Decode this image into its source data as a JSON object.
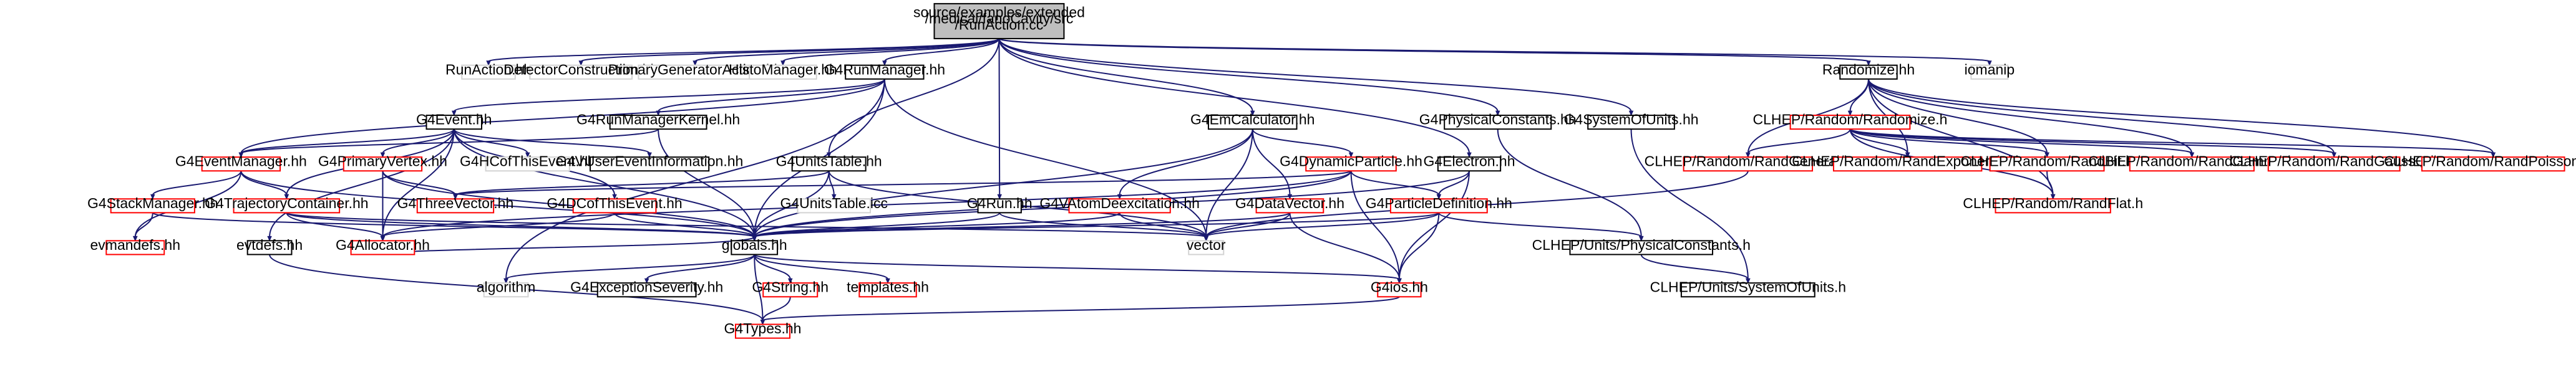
{
  "colors": {
    "edge": "#191970",
    "root_fill": "#bfbfbf",
    "root_stroke": "#000000",
    "doc_stroke": "#000000",
    "missing_stroke": "#ff0000",
    "system_stroke": "#d3d3d3"
  },
  "nodes": [
    {
      "id": "root",
      "lines": [
        "source/examples/extended",
        "/medical/fanoCavity/src",
        "/RunAction.cc"
      ],
      "kind": "root"
    },
    {
      "id": "runaction_hh",
      "lines": [
        "RunAction.hh"
      ],
      "kind": "system"
    },
    {
      "id": "detcons_hh",
      "lines": [
        "DetectorConstruction.hh"
      ],
      "kind": "system"
    },
    {
      "id": "primgen_hh",
      "lines": [
        "PrimaryGeneratorAction.hh"
      ],
      "kind": "system"
    },
    {
      "id": "histo_hh",
      "lines": [
        "HistoManager.hh"
      ],
      "kind": "system"
    },
    {
      "id": "g4runmanager_hh",
      "lines": [
        "G4RunManager.hh"
      ],
      "kind": "doc"
    },
    {
      "id": "g4emcalc_hh",
      "lines": [
        "G4EmCalculator.hh"
      ],
      "kind": "doc"
    },
    {
      "id": "g4physconst_hh",
      "lines": [
        "G4PhysicalConstants.hh"
      ],
      "kind": "doc"
    },
    {
      "id": "g4sysunits_hh",
      "lines": [
        "G4SystemOfUnits.hh"
      ],
      "kind": "doc"
    },
    {
      "id": "randomize_hh",
      "lines": [
        "Randomize.hh"
      ],
      "kind": "doc"
    },
    {
      "id": "iomanip",
      "lines": [
        "iomanip"
      ],
      "kind": "system"
    },
    {
      "id": "g4event_hh",
      "lines": [
        "G4Event.hh"
      ],
      "kind": "doc"
    },
    {
      "id": "g4rmkernel_hh",
      "lines": [
        "G4RunManagerKernel.hh"
      ],
      "kind": "doc"
    },
    {
      "id": "g4eventmanager_hh",
      "lines": [
        "G4EventManager.hh"
      ],
      "kind": "missing"
    },
    {
      "id": "g4primvertex_hh",
      "lines": [
        "G4PrimaryVertex.hh"
      ],
      "kind": "missing"
    },
    {
      "id": "g4hcofthisevent_hh",
      "lines": [
        "G4HCofThisEvent.hh"
      ],
      "kind": "system"
    },
    {
      "id": "g4userevinfo_hh",
      "lines": [
        "G4VUserEventInformation.hh"
      ],
      "kind": "doc"
    },
    {
      "id": "g4unitstable_hh",
      "lines": [
        "G4UnitsTable.hh"
      ],
      "kind": "doc"
    },
    {
      "id": "g4unitstable_icc",
      "lines": [
        "G4UnitsTable.icc"
      ],
      "kind": "system"
    },
    {
      "id": "g4run_hh",
      "lines": [
        "G4Run.hh"
      ],
      "kind": "doc"
    },
    {
      "id": "g4dynparticle_hh",
      "lines": [
        "G4DynamicParticle.hh"
      ],
      "kind": "missing"
    },
    {
      "id": "g4electron_hh",
      "lines": [
        "G4Electron.hh"
      ],
      "kind": "doc"
    },
    {
      "id": "g4vatomdeexc_hh",
      "lines": [
        "G4VAtomDeexcitation.hh"
      ],
      "kind": "missing"
    },
    {
      "id": "g4dataVector_hh",
      "lines": [
        "G4DataVector.hh"
      ],
      "kind": "missing"
    },
    {
      "id": "g4partdef_hh",
      "lines": [
        "G4ParticleDefinition.hh"
      ],
      "kind": "missing"
    },
    {
      "id": "g4stackmanager_hh",
      "lines": [
        "G4StackManager.hh"
      ],
      "kind": "missing"
    },
    {
      "id": "g4trajcontainer_hh",
      "lines": [
        "G4TrajectoryContainer.hh"
      ],
      "kind": "missing"
    },
    {
      "id": "g4threevector_hh",
      "lines": [
        "G4ThreeVector.hh"
      ],
      "kind": "missing"
    },
    {
      "id": "g4dcofthisevent_hh",
      "lines": [
        "G4DCofThisEvent.hh"
      ],
      "kind": "missing"
    },
    {
      "id": "evmandefs_hh",
      "lines": [
        "evmandefs.hh"
      ],
      "kind": "missing"
    },
    {
      "id": "evtdefs_hh",
      "lines": [
        "evtdefs.hh"
      ],
      "kind": "doc"
    },
    {
      "id": "g4allocator_hh",
      "lines": [
        "G4Allocator.hh"
      ],
      "kind": "missing"
    },
    {
      "id": "globals_hh",
      "lines": [
        "globals.hh"
      ],
      "kind": "doc"
    },
    {
      "id": "vector",
      "lines": [
        "vector"
      ],
      "kind": "system"
    },
    {
      "id": "algorithm",
      "lines": [
        "algorithm"
      ],
      "kind": "system"
    },
    {
      "id": "g4exceptionsev_hh",
      "lines": [
        "G4ExceptionSeverity.hh"
      ],
      "kind": "doc"
    },
    {
      "id": "g4string_hh",
      "lines": [
        "G4String.hh"
      ],
      "kind": "missing"
    },
    {
      "id": "templates_hh",
      "lines": [
        "templates.hh"
      ],
      "kind": "missing"
    },
    {
      "id": "g4ios_hh",
      "lines": [
        "G4ios.hh"
      ],
      "kind": "missing"
    },
    {
      "id": "g4types_hh",
      "lines": [
        "G4Types.hh"
      ],
      "kind": "missing"
    },
    {
      "id": "clhep_physconst_h",
      "lines": [
        "CLHEP/Units/PhysicalConstants.h"
      ],
      "kind": "doc"
    },
    {
      "id": "clhep_sysunits_h",
      "lines": [
        "CLHEP/Units/SystemOfUnits.h"
      ],
      "kind": "doc"
    },
    {
      "id": "clhep_randomize_h",
      "lines": [
        "CLHEP/Random/Randomize.h"
      ],
      "kind": "missing"
    },
    {
      "id": "clhep_randgeneral_h",
      "lines": [
        "CLHEP/Random/RandGeneral.h"
      ],
      "kind": "missing"
    },
    {
      "id": "clhep_randexp_h",
      "lines": [
        "CLHEP/Random/RandExponential.h"
      ],
      "kind": "missing"
    },
    {
      "id": "clhep_randbit_h",
      "lines": [
        "CLHEP/Random/RandBit.h"
      ],
      "kind": "missing"
    },
    {
      "id": "clhep_randgamma_h",
      "lines": [
        "CLHEP/Random/RandGamma.h"
      ],
      "kind": "missing"
    },
    {
      "id": "clhep_randgaussq_h",
      "lines": [
        "CLHEP/Random/RandGaussQ.h"
      ],
      "kind": "missing"
    },
    {
      "id": "clhep_randpoissonq_h",
      "lines": [
        "CLHEP/Random/RandPoissonQ.h"
      ],
      "kind": "missing"
    },
    {
      "id": "clhep_randflat_h",
      "lines": [
        "CLHEP/Random/RandFlat.h"
      ],
      "kind": "missing"
    }
  ],
  "edges": [
    [
      "root",
      "runaction_hh"
    ],
    [
      "root",
      "detcons_hh"
    ],
    [
      "root",
      "primgen_hh"
    ],
    [
      "root",
      "histo_hh"
    ],
    [
      "root",
      "g4runmanager_hh"
    ],
    [
      "root",
      "g4emcalc_hh"
    ],
    [
      "root",
      "g4physconst_hh"
    ],
    [
      "root",
      "g4sysunits_hh"
    ],
    [
      "root",
      "randomize_hh"
    ],
    [
      "root",
      "iomanip"
    ],
    [
      "root",
      "g4run_hh"
    ],
    [
      "root",
      "g4unitstable_hh"
    ],
    [
      "root",
      "g4electron_hh"
    ],
    [
      "g4runmanager_hh",
      "g4event_hh"
    ],
    [
      "g4runmanager_hh",
      "g4rmkernel_hh"
    ],
    [
      "g4runmanager_hh",
      "g4eventmanager_hh"
    ],
    [
      "g4runmanager_hh",
      "globals_hh"
    ],
    [
      "g4runmanager_hh",
      "vector"
    ],
    [
      "g4runmanager_hh",
      "algorithm"
    ],
    [
      "g4event_hh",
      "g4primvertex_hh"
    ],
    [
      "g4event_hh",
      "g4hcofthisevent_hh"
    ],
    [
      "g4event_hh",
      "g4userevinfo_hh"
    ],
    [
      "g4event_hh",
      "g4trajcontainer_hh"
    ],
    [
      "g4event_hh",
      "g4dcofthisevent_hh"
    ],
    [
      "g4event_hh",
      "g4allocator_hh"
    ],
    [
      "g4event_hh",
      "globals_hh"
    ],
    [
      "g4event_hh",
      "evtdefs_hh"
    ],
    [
      "g4event_hh",
      "g4eventmanager_hh"
    ],
    [
      "g4rmkernel_hh",
      "globals_hh"
    ],
    [
      "g4rmkernel_hh",
      "g4eventmanager_hh"
    ],
    [
      "g4eventmanager_hh",
      "g4stackmanager_hh"
    ],
    [
      "g4eventmanager_hh",
      "g4trajcontainer_hh"
    ],
    [
      "g4eventmanager_hh",
      "evmandefs_hh"
    ],
    [
      "g4eventmanager_hh",
      "globals_hh"
    ],
    [
      "g4stackmanager_hh",
      "evmandefs_hh"
    ],
    [
      "g4stackmanager_hh",
      "globals_hh"
    ],
    [
      "g4trajcontainer_hh",
      "globals_hh"
    ],
    [
      "g4trajcontainer_hh",
      "g4allocator_hh"
    ],
    [
      "g4trajcontainer_hh",
      "vector"
    ],
    [
      "g4primvertex_hh",
      "g4threevector_hh"
    ],
    [
      "g4primvertex_hh",
      "g4allocator_hh"
    ],
    [
      "g4primvertex_hh",
      "globals_hh"
    ],
    [
      "g4dcofthisevent_hh",
      "globals_hh"
    ],
    [
      "g4dcofthisevent_hh",
      "g4allocator_hh"
    ],
    [
      "evtdefs_hh",
      "g4types_hh"
    ],
    [
      "g4allocator_hh",
      "globals_hh"
    ],
    [
      "g4unitstable_hh",
      "g4unitstable_icc"
    ],
    [
      "g4unitstable_hh",
      "globals_hh"
    ],
    [
      "g4unitstable_hh",
      "g4threevector_hh"
    ],
    [
      "g4unitstable_hh",
      "vector"
    ],
    [
      "g4run_hh",
      "globals_hh"
    ],
    [
      "g4run_hh",
      "vector"
    ],
    [
      "g4emcalc_hh",
      "g4dynparticle_hh"
    ],
    [
      "g4emcalc_hh",
      "g4vatomdeexc_hh"
    ],
    [
      "g4emcalc_hh",
      "g4dataVector_hh"
    ],
    [
      "g4emcalc_hh",
      "globals_hh"
    ],
    [
      "g4emcalc_hh",
      "vector"
    ],
    [
      "g4dynparticle_hh",
      "g4partdef_hh"
    ],
    [
      "g4dynparticle_hh",
      "g4threevector_hh"
    ],
    [
      "g4dynparticle_hh",
      "globals_hh"
    ],
    [
      "g4dynparticle_hh",
      "g4allocator_hh"
    ],
    [
      "g4dynparticle_hh",
      "g4ios_hh"
    ],
    [
      "g4electron_hh",
      "g4partdef_hh"
    ],
    [
      "g4electron_hh",
      "globals_hh"
    ],
    [
      "g4electron_hh",
      "g4ios_hh"
    ],
    [
      "g4vatomdeexc_hh",
      "globals_hh"
    ],
    [
      "g4vatomdeexc_hh",
      "vector"
    ],
    [
      "g4dataVector_hh",
      "globals_hh"
    ],
    [
      "g4dataVector_hh",
      "vector"
    ],
    [
      "g4dataVector_hh",
      "g4ios_hh"
    ],
    [
      "g4partdef_hh",
      "globals_hh"
    ],
    [
      "g4partdef_hh",
      "g4ios_hh"
    ],
    [
      "g4partdef_hh",
      "clhep_physconst_h"
    ],
    [
      "g4partdef_hh",
      "vector"
    ],
    [
      "g4physconst_hh",
      "clhep_physconst_h"
    ],
    [
      "g4sysunits_hh",
      "clhep_sysunits_h"
    ],
    [
      "clhep_physconst_h",
      "clhep_sysunits_h"
    ],
    [
      "globals_hh",
      "algorithm"
    ],
    [
      "globals_hh",
      "g4exceptionsev_hh"
    ],
    [
      "globals_hh",
      "g4string_hh"
    ],
    [
      "globals_hh",
      "templates_hh"
    ],
    [
      "globals_hh",
      "g4ios_hh"
    ],
    [
      "globals_hh",
      "g4types_hh"
    ],
    [
      "g4string_hh",
      "g4types_hh"
    ],
    [
      "g4ios_hh",
      "g4types_hh"
    ],
    [
      "randomize_hh",
      "clhep_randomize_h"
    ],
    [
      "randomize_hh",
      "clhep_randgeneral_h"
    ],
    [
      "randomize_hh",
      "clhep_randexp_h"
    ],
    [
      "randomize_hh",
      "clhep_randbit_h"
    ],
    [
      "randomize_hh",
      "clhep_randgamma_h"
    ],
    [
      "randomize_hh",
      "clhep_randgaussq_h"
    ],
    [
      "randomize_hh",
      "clhep_randpoissonq_h"
    ],
    [
      "randomize_hh",
      "clhep_randflat_h"
    ],
    [
      "clhep_randomize_h",
      "clhep_randgeneral_h"
    ],
    [
      "clhep_randomize_h",
      "clhep_randexp_h"
    ],
    [
      "clhep_randomize_h",
      "clhep_randbit_h"
    ],
    [
      "clhep_randomize_h",
      "clhep_randgamma_h"
    ],
    [
      "clhep_randomize_h",
      "clhep_randgaussq_h"
    ],
    [
      "clhep_randomize_h",
      "clhep_randpoissonq_h"
    ],
    [
      "clhep_randomize_h",
      "clhep_randflat_h"
    ],
    [
      "clhep_randgeneral_h",
      "vector"
    ],
    [
      "clhep_randbit_h",
      "clhep_randflat_h"
    ]
  ]
}
